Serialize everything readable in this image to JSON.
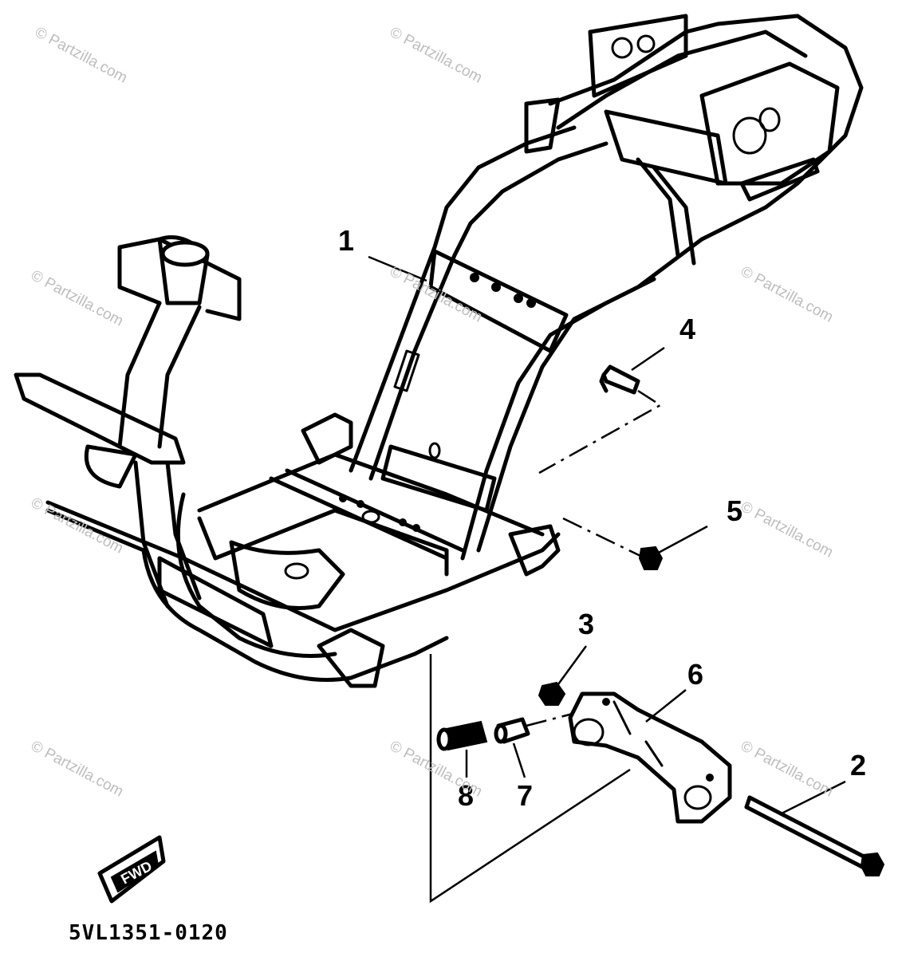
{
  "diagram": {
    "figure_code": "5VL1351-0120",
    "fwd_badge": "FWD",
    "watermark": "© Partzilla.com",
    "callouts": [
      {
        "id": "1",
        "label": "1"
      },
      {
        "id": "2",
        "label": "2"
      },
      {
        "id": "3",
        "label": "3"
      },
      {
        "id": "4",
        "label": "4"
      },
      {
        "id": "5",
        "label": "5"
      },
      {
        "id": "6",
        "label": "6"
      },
      {
        "id": "7",
        "label": "7"
      },
      {
        "id": "8",
        "label": "8"
      }
    ]
  }
}
